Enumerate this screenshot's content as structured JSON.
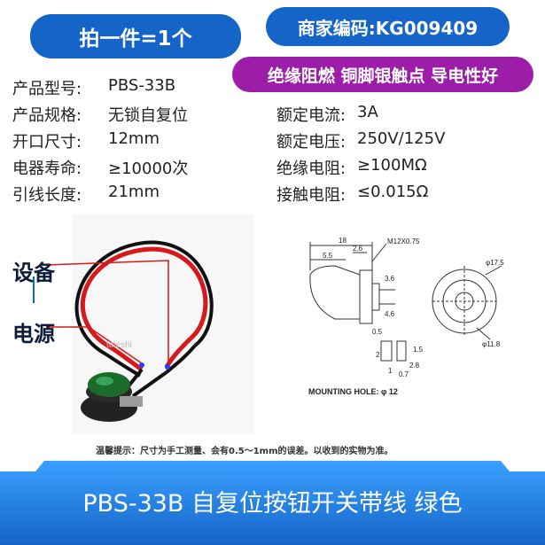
{
  "header": {
    "quantity_label": "拍一件=1个",
    "merchant_code": "商家编码:KG009409",
    "features": "绝缘阻燃 铜脚银触点 导电性好"
  },
  "specs_left": [
    {
      "label": "产品型号:",
      "value": "PBS-33B"
    },
    {
      "label": "产品规格:",
      "value": "无锁自复位"
    },
    {
      "label": "开口尺寸:",
      "value": "12mm"
    },
    {
      "label": "电器寿命:",
      "value": "≥10000次"
    },
    {
      "label": "引线长度:",
      "value": "21mm"
    }
  ],
  "specs_right": [
    {
      "label": "额定电流:",
      "value": "3A"
    },
    {
      "label": "额定电压:",
      "value": "250V/125V"
    },
    {
      "label": "绝缘电阻:",
      "value": "≥100MΩ"
    },
    {
      "label": "接触电阻:",
      "value": "≤0.015Ω"
    }
  ],
  "photo": {
    "tag_device": "设备",
    "tag_power": "电源",
    "watermark": "teleshi"
  },
  "drawing": {
    "dim_18": "18",
    "dim_2_6": "2.6",
    "dim_5_5": "5.5",
    "thread": "M12X0.75",
    "dim_3_6": "3.6",
    "dim_4_6": "4.6",
    "dim_0_5": "0.5",
    "dim_1_5": "1.5",
    "dim_2": "2",
    "dim_2_8": "2.8",
    "dim_1": "1",
    "dim_0_7": "0.7",
    "dia_17_5": "φ17.5",
    "dia_11_8": "φ11.8",
    "mounting_hole": "MOUNTING HOLE: φ 12"
  },
  "note": "温馨提示：尺寸为手工测量、会有0.5～1mm的误差。以收到的实物为准。",
  "footer": {
    "title": "PBS-33B 自复位按钮开关带线 绿色"
  },
  "colors": {
    "blue_pill": "#1565c8",
    "purple_pill": "#9c1ea8",
    "banner_blue": "#1e88e5"
  }
}
